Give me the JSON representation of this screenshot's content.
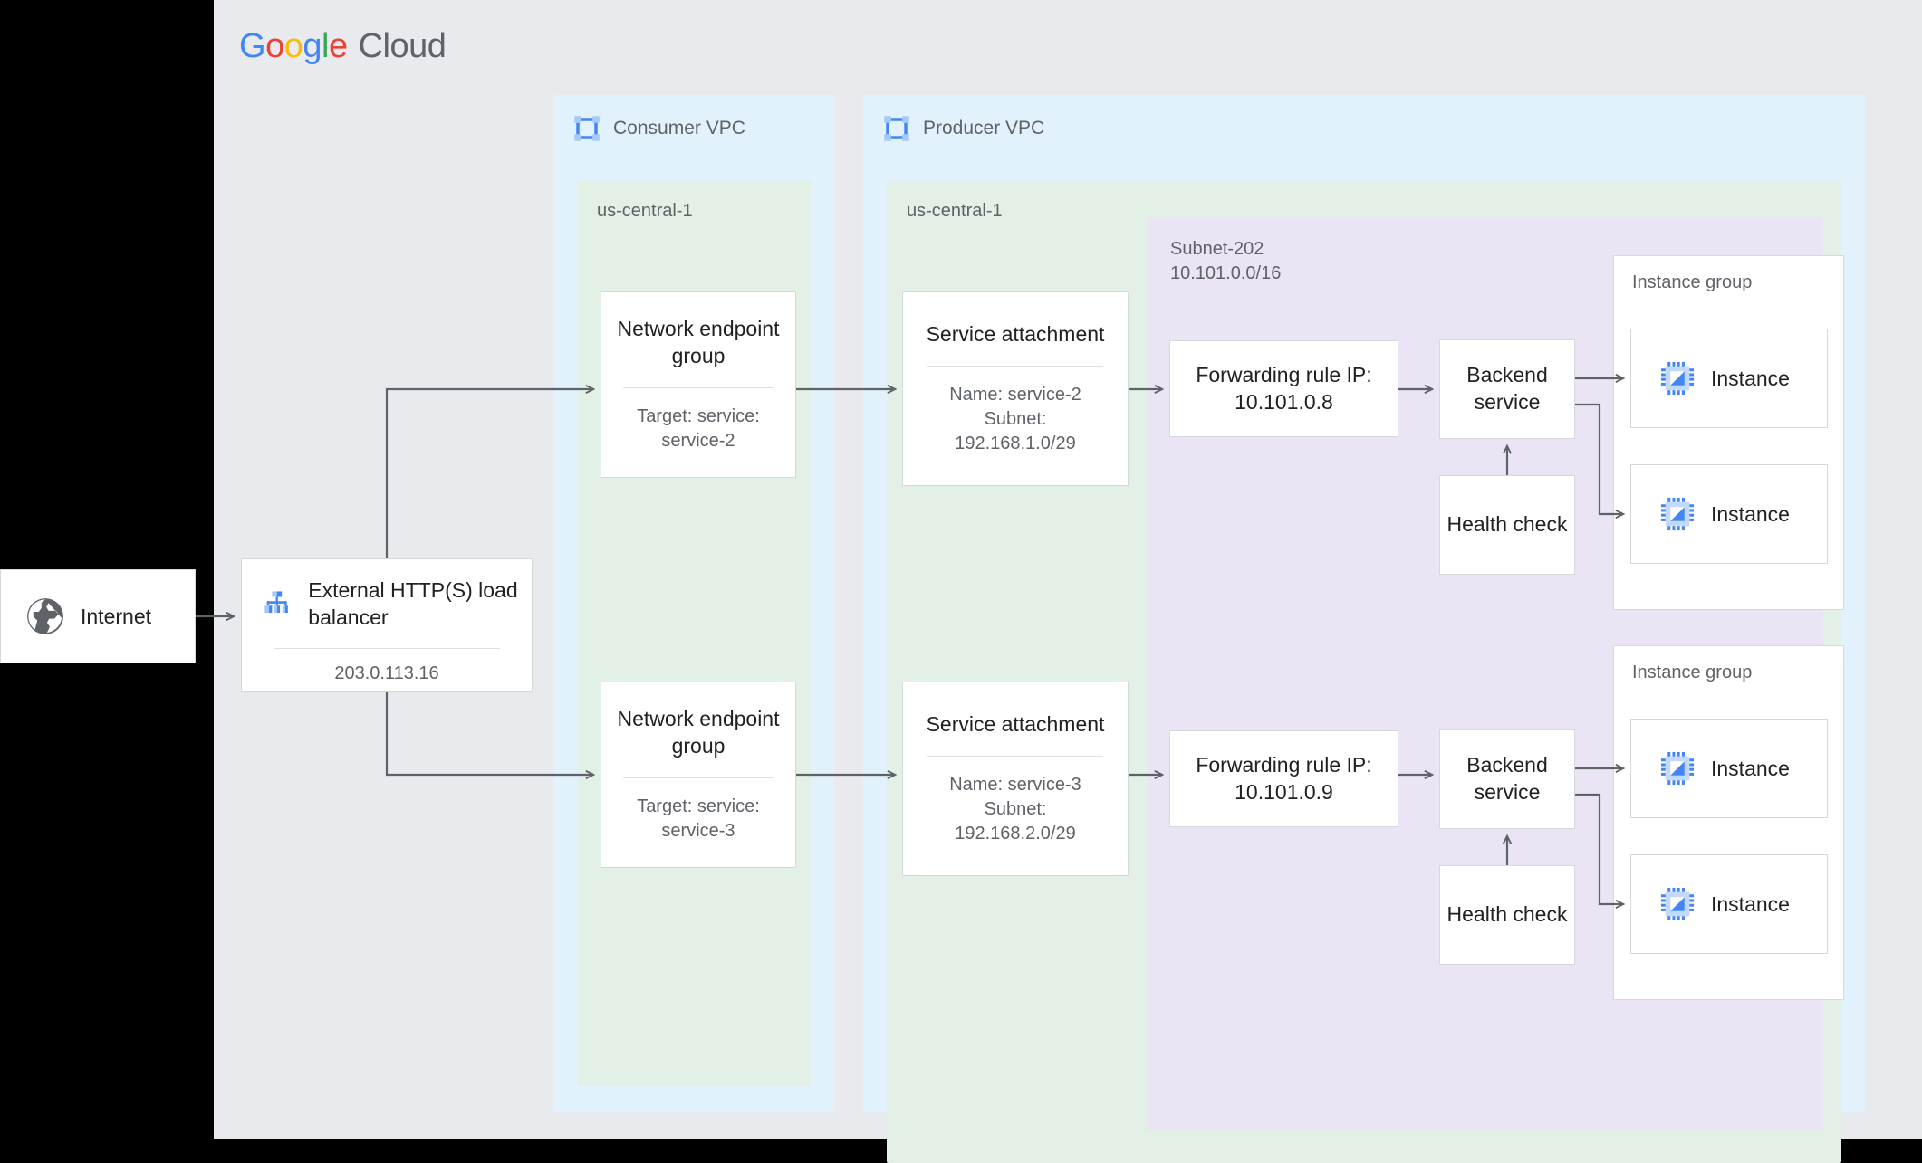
{
  "brand": {
    "g1": "G",
    "g2": "o",
    "g3": "o",
    "g4": "g",
    "g5": "l",
    "g6": "e",
    "cloud": "Cloud"
  },
  "internet": {
    "label": "Internet",
    "icon": "globe-icon"
  },
  "load_balancer": {
    "title": "External HTTP(S)\nload balancer",
    "ip": "203.0.113.16",
    "icon": "load-balancer-icon"
  },
  "consumer_vpc": {
    "title": "Consumer VPC",
    "icon": "vpc-icon",
    "region": "us-central-1",
    "negs": [
      {
        "title": "Network\nendpoint group",
        "sub": "Target: service:\nservice-2"
      },
      {
        "title": "Network\nendpoint group",
        "sub": "Target: service:\nservice-3"
      }
    ]
  },
  "producer_vpc": {
    "title": "Producer VPC",
    "icon": "vpc-icon",
    "region": "us-central-1",
    "subnet": "Subnet-202\n10.101.0.0/16",
    "service_attachments": [
      {
        "title": "Service attachment",
        "sub": "Name: service-2\nSubnet:\n192.168.1.0/29"
      },
      {
        "title": "Service attachment",
        "sub": "Name: service-3\nSubnet:\n192.168.2.0/29"
      }
    ],
    "flows": [
      {
        "forwarding_rule": "Forwarding rule\nIP: 10.101.0.8",
        "backend_service": "Backend\nservice",
        "health_check": "Health\ncheck",
        "instance_group": "Instance group",
        "instances": [
          "Instance",
          "Instance"
        ]
      },
      {
        "forwarding_rule": "Forwarding rule\nIP: 10.101.0.9",
        "backend_service": "Backend\nservice",
        "health_check": "Health\ncheck",
        "instance_group": "Instance group",
        "instances": [
          "Instance",
          "Instance"
        ]
      }
    ]
  },
  "colors": {
    "canvas": "#e8eaed",
    "vpc": "#e1f2fd",
    "region": "#e2f0e6",
    "subnet": "#eae4f5",
    "card": "#ffffff",
    "border": "#d6d8da",
    "arrow": "#5f6368",
    "accent": "#4285f4"
  }
}
